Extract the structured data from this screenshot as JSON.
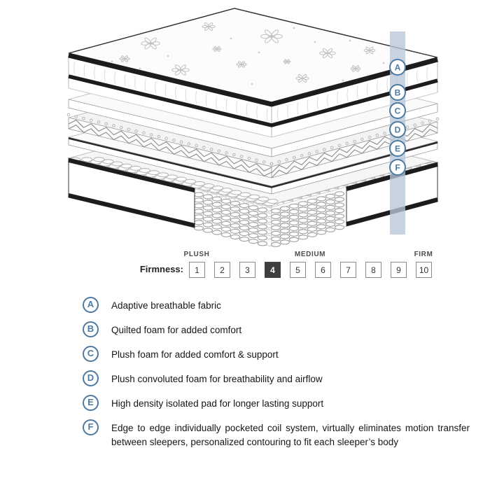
{
  "illustration": {
    "layer_labels": [
      "A",
      "B",
      "C",
      "D",
      "E",
      "F"
    ]
  },
  "firmness": {
    "label": "Firmness:",
    "range_labels": [
      "PLUSH",
      "MEDIUM",
      "FIRM"
    ],
    "values": [
      "1",
      "2",
      "3",
      "4",
      "5",
      "6",
      "7",
      "8",
      "9",
      "10"
    ],
    "selected_value": "4"
  },
  "legend": {
    "items": [
      {
        "letter": "A",
        "text": "Adaptive breathable fabric"
      },
      {
        "letter": "B",
        "text": "Quilted foam for added comfort"
      },
      {
        "letter": "C",
        "text": "Plush foam for added comfort & support"
      },
      {
        "letter": "D",
        "text": "Plush convoluted foam for breathability and airflow"
      },
      {
        "letter": "E",
        "text": "High density isolated pad for longer lasting support"
      },
      {
        "letter": "F",
        "text": "Edge to edge individually pocketed coil system, virtually eliminates motion transfer between sleepers, personalized contouring to fit each sleeper’s body"
      }
    ]
  },
  "colors": {
    "accent_blue": "#4e7aa1",
    "label_bar_blue": "#b9c7d8",
    "selected_box_bg": "#3f3f3f",
    "piping_black": "#1c1c1c",
    "text_dark": "#161616"
  }
}
